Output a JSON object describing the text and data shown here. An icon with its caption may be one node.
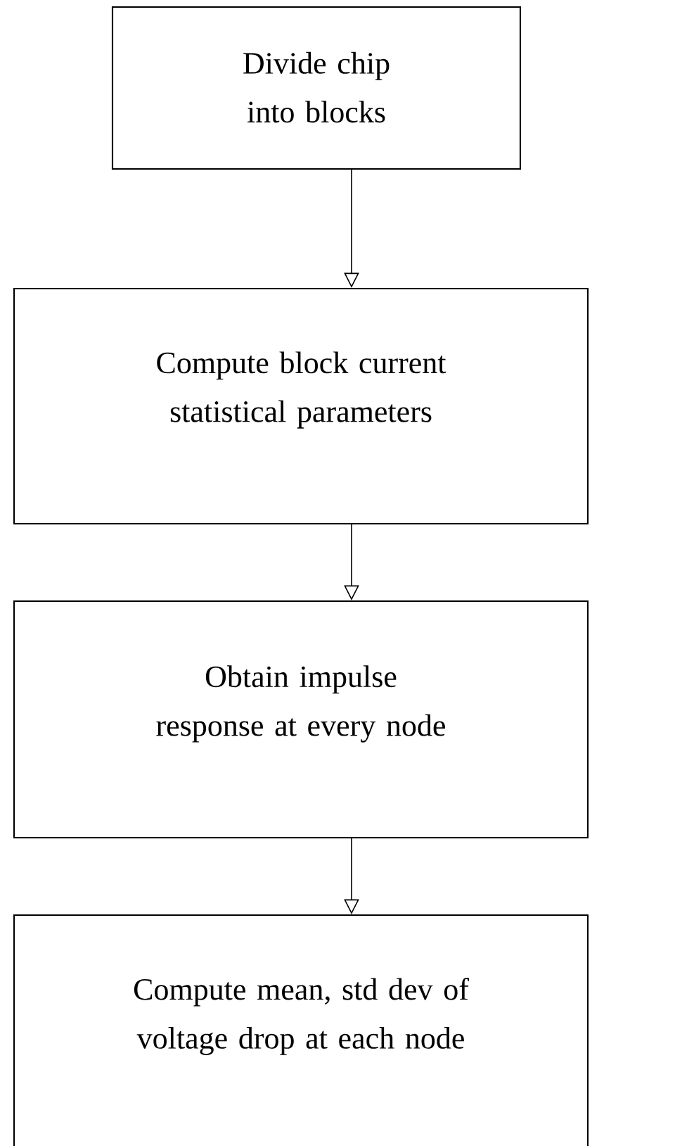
{
  "diagram": {
    "nodes": [
      {
        "text": [
          "Divide chip into blocks"
        ]
      },
      {
        "text": [
          "Compute block current statistical parameters"
        ]
      },
      {
        "text": [
          "Obtain impulse response at every node"
        ]
      },
      {
        "text": [
          "Compute mean, std dev of voltage drop at each node"
        ]
      }
    ],
    "edges": [
      {
        "from": 0,
        "to": 1,
        "arrow": "to"
      },
      {
        "from": 1,
        "to": 2,
        "arrow": "to"
      },
      {
        "from": 2,
        "to": 3,
        "arrow": "to"
      }
    ]
  }
}
